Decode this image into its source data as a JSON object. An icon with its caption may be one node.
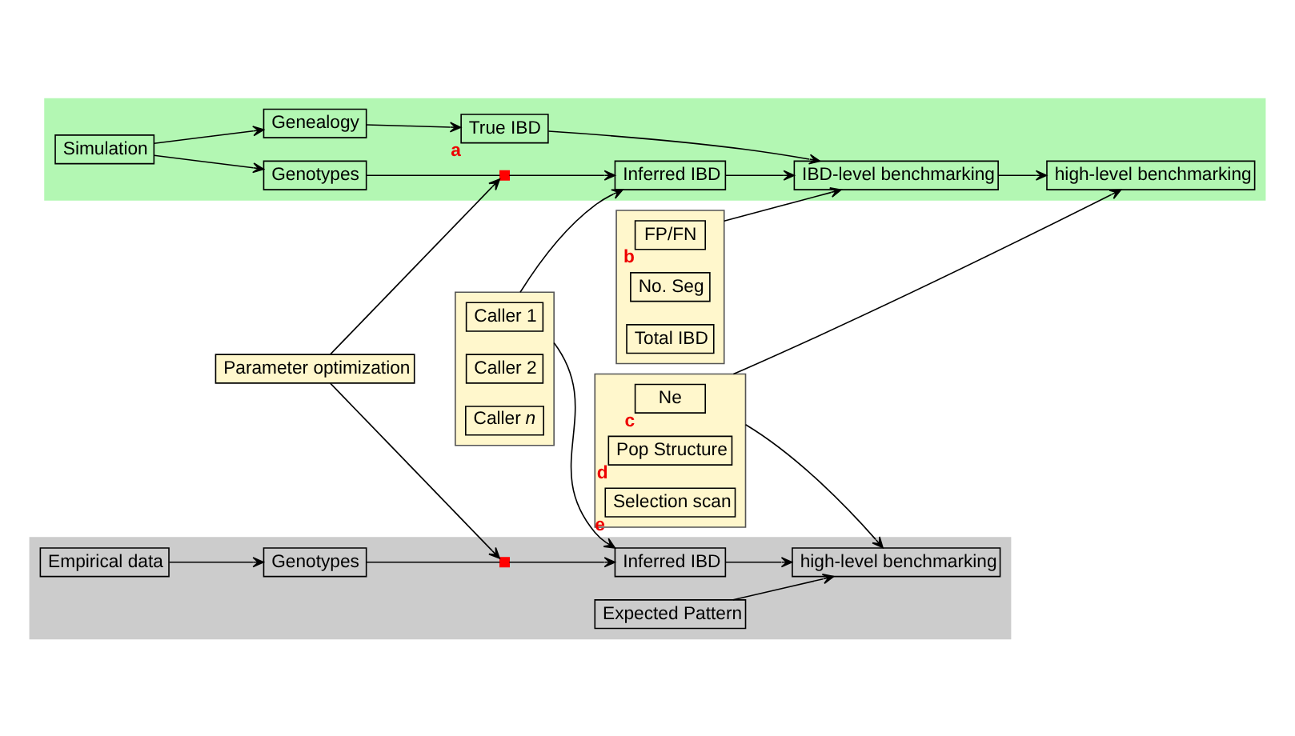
{
  "diagram": {
    "nodes": [
      {
        "text": [],
        "shape": "box"
      },
      {
        "text": [
          "Simulation"
        ],
        "in": 0
      },
      {
        "text": [
          "Genealogy"
        ],
        "in": 0
      },
      {
        "text": [
          "Genotypes"
        ],
        "in": 0
      },
      {
        "text": [
          "True IBD"
        ],
        "beside": [
          "a"
        ],
        "in": 0
      },
      {
        "text": [],
        "shape": "box",
        "in": 0
      },
      {
        "text": [
          "Inferred IBD"
        ],
        "in": 0
      },
      {
        "text": [
          "IBD-level benchmarking"
        ],
        "in": 0
      },
      {
        "text": [
          "high-level benchmarking"
        ],
        "in": 0
      },
      {
        "text": [],
        "shape": "box"
      },
      {
        "text": [
          "Caller 1"
        ],
        "in": 9
      },
      {
        "text": [
          "Caller 2"
        ],
        "in": 9
      },
      {
        "text": [
          "Caller *n*"
        ],
        "in": 9
      },
      {
        "text": [],
        "shape": "box"
      },
      {
        "text": [
          "FP/FN"
        ],
        "beside": [
          "b"
        ],
        "in": 13
      },
      {
        "text": [
          "No. Seg"
        ],
        "in": 13
      },
      {
        "text": [
          "Total IBD"
        ],
        "in": 13
      },
      {
        "text": [],
        "shape": "box"
      },
      {
        "text": [
          "Ne"
        ],
        "beside": [
          "c"
        ],
        "in": 17
      },
      {
        "text": [
          "Pop Structure"
        ],
        "beside": [
          "d"
        ],
        "in": 17
      },
      {
        "text": [
          "Selection scan"
        ],
        "beside": [
          "e"
        ],
        "in": 17
      },
      {
        "text": [
          "Parameter optimization"
        ]
      },
      {
        "text": [],
        "shape": "box"
      },
      {
        "text": [
          "Empirical data"
        ],
        "in": 22
      },
      {
        "text": [
          "Genotypes"
        ],
        "in": 22
      },
      {
        "text": [],
        "shape": "box",
        "in": 22
      },
      {
        "text": [
          "Inferred IBD"
        ],
        "in": 22
      },
      {
        "text": [
          "high-level benchmarking"
        ],
        "in": 22
      },
      {
        "text": [
          "Expected Pattern"
        ],
        "in": 22
      }
    ],
    "edges": [
      {
        "from": 1,
        "to": 2,
        "arrow": "to"
      },
      {
        "from": 1,
        "to": 3,
        "arrow": "to"
      },
      {
        "from": 2,
        "to": 4,
        "arrow": "to"
      },
      {
        "from": 3,
        "to": 5,
        "arrow": "none"
      },
      {
        "from": 5,
        "to": 6,
        "arrow": "to"
      },
      {
        "from": 4,
        "to": 7,
        "arrow": "to"
      },
      {
        "from": 6,
        "to": 7,
        "arrow": "to"
      },
      {
        "from": 7,
        "to": 8,
        "arrow": "to"
      },
      {
        "from": 9,
        "to": 6,
        "arrow": "to"
      },
      {
        "from": 13,
        "to": 7,
        "arrow": "to"
      },
      {
        "from": 17,
        "to": 8,
        "arrow": "to"
      },
      {
        "from": 21,
        "to": 5,
        "arrow": "to"
      },
      {
        "from": 21,
        "to": 25,
        "arrow": "to"
      },
      {
        "from": 9,
        "to": 26,
        "arrow": "to"
      },
      {
        "from": 17,
        "to": 27,
        "arrow": "to"
      },
      {
        "from": 23,
        "to": 24,
        "arrow": "to"
      },
      {
        "from": 24,
        "to": 25,
        "arrow": "none"
      },
      {
        "from": 25,
        "to": 26,
        "arrow": "to"
      },
      {
        "from": 26,
        "to": 27,
        "arrow": "to"
      },
      {
        "from": 28,
        "to": 27,
        "arrow": "to"
      }
    ]
  }
}
